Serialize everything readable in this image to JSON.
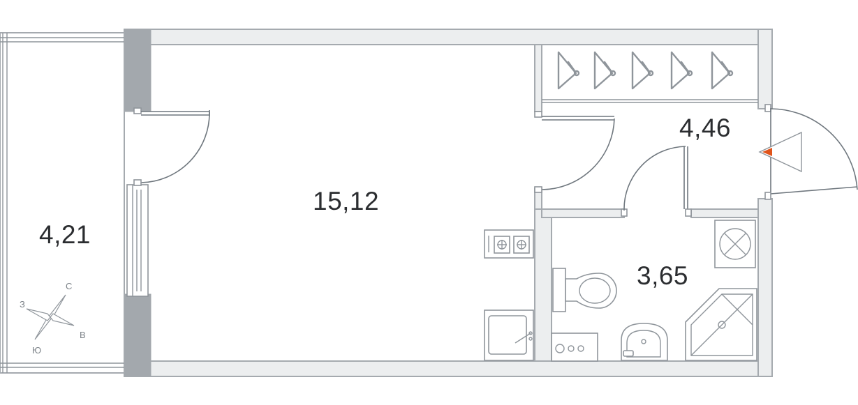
{
  "rooms": {
    "balcony": {
      "area": "4,21"
    },
    "main_room": {
      "area": "15,12"
    },
    "hallway": {
      "area": "4,46"
    },
    "bathroom": {
      "area": "3,65"
    }
  },
  "compass": {
    "north": "С",
    "west": "З",
    "east": "В",
    "south": "Ю"
  },
  "colors": {
    "wall": "#a5aaaf",
    "entrance_marker": "#e0541b",
    "text": "#2b2d30"
  },
  "icons": [
    "hanger-icon",
    "stove-icon",
    "sink-icon",
    "toilet-icon",
    "washbasin-icon",
    "shower-icon",
    "ventilation-icon",
    "compass-icon",
    "entrance-arrow-icon"
  ]
}
